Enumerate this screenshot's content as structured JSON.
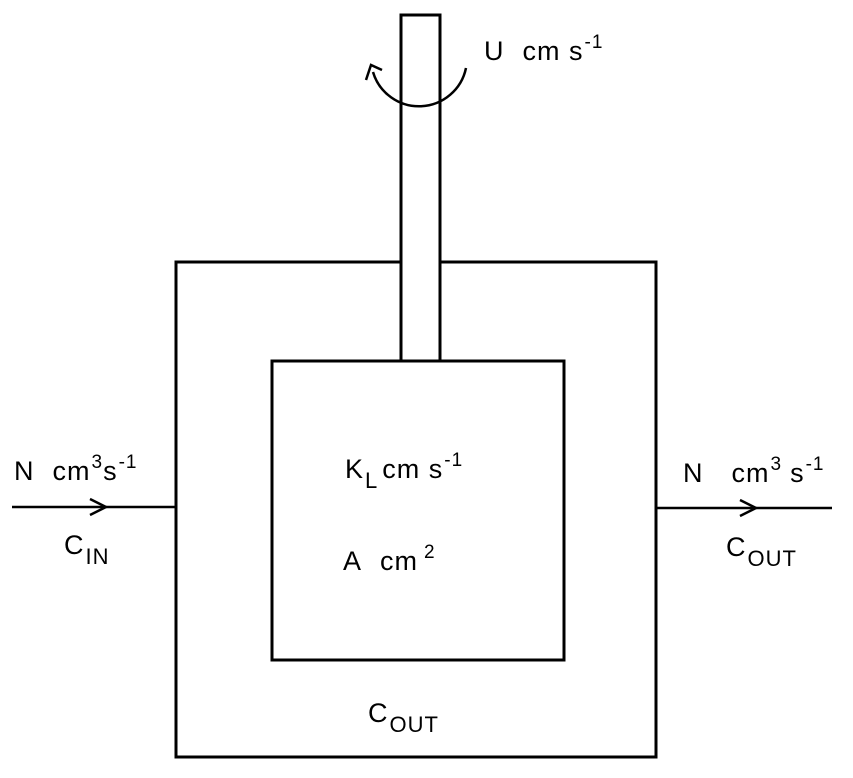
{
  "diagram": {
    "type": "stirred-vessel-mass-transfer-schematic",
    "stroke_color": "#000000",
    "background_color": "#ffffff",
    "shaft": {
      "label_symbol": "U",
      "label_unit": "cm s",
      "label_exp": "-1",
      "rotation": "counter-clockwise-arrow"
    },
    "inlet": {
      "flow_symbol": "N",
      "flow_unit_a": "cm",
      "flow_exp_a": "3",
      "flow_unit_b": "s",
      "flow_exp_b": "-1",
      "conc_symbol": "C",
      "conc_sub": "IN"
    },
    "outlet": {
      "flow_symbol": "N",
      "flow_unit_a": "cm",
      "flow_exp_a": "3",
      "flow_unit_b": "s",
      "flow_exp_b": "-1",
      "conc_symbol": "C",
      "conc_sub": "OUT"
    },
    "inner_body": {
      "kl_symbol": "K",
      "kl_sub": "L",
      "kl_unit": "cm s",
      "kl_exp": "-1",
      "area_symbol": "A",
      "area_unit": "cm",
      "area_exp": "2"
    },
    "vessel": {
      "conc_symbol": "C",
      "conc_sub": "OUT"
    }
  }
}
